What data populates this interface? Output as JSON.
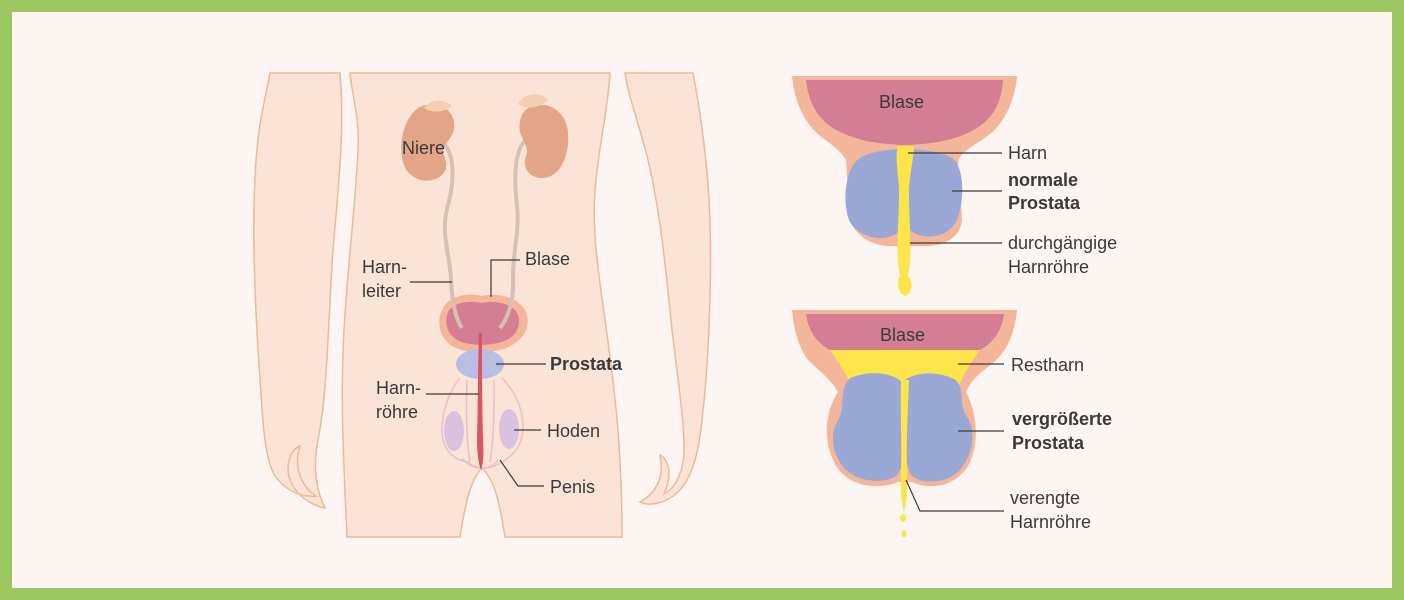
{
  "left_diagram": {
    "kidney": "Niere",
    "ureter_line1": "Harn-",
    "ureter_line2": "leiter",
    "bladder": "Blase",
    "prostate": "Prostata",
    "urethra_line1": "Harn-",
    "urethra_line2": "röhre",
    "testes": "Hoden",
    "penis": "Penis"
  },
  "normal_panel": {
    "bladder": "Blase",
    "urine": "Harn",
    "prostate_line1": "normale",
    "prostate_line2": "Prostata",
    "urethra_line1": "durchgängige",
    "urethra_line2": "Harnröhre"
  },
  "enlarged_panel": {
    "bladder": "Blase",
    "residual_urine": "Restharn",
    "prostate_line1": "vergrößerte",
    "prostate_line2": "Prostata",
    "urethra_line1": "verengte",
    "urethra_line2": "Harnröhre"
  },
  "colors": {
    "frame": "#9cc763",
    "background": "#fdf5f1",
    "skin": "#fbe3d5",
    "skin_outline": "#efb896",
    "bladder": "#d47e94",
    "prostate": "#9aa8d6",
    "urine": "#fbe54a",
    "kidney": "#e2a588",
    "urethra": "#d85566"
  }
}
